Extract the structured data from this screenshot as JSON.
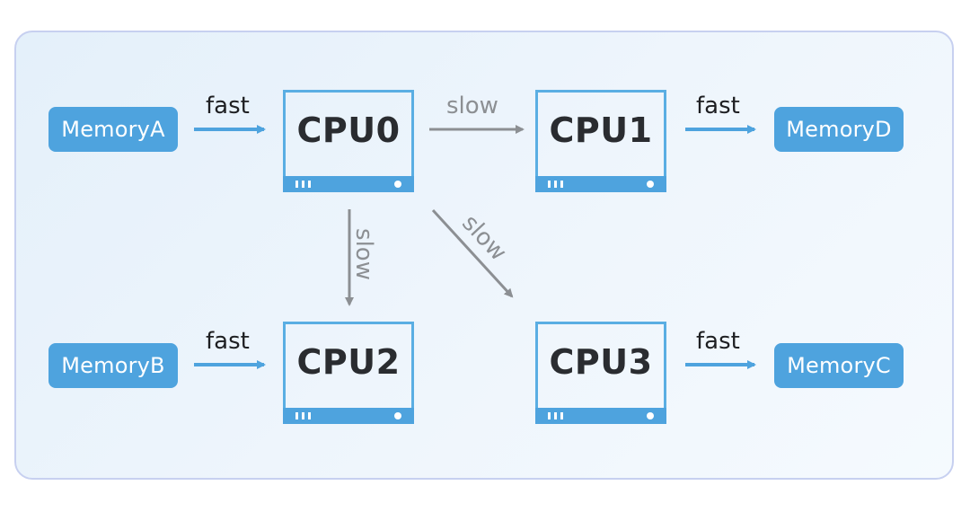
{
  "colors": {
    "accent": "#4ea3de",
    "fast_arrow": "#4ea3de",
    "slow_arrow": "#8c8f93"
  },
  "memories": {
    "a": "MemoryA",
    "b": "MemoryB",
    "c": "MemoryC",
    "d": "MemoryD"
  },
  "cpus": {
    "cpu0": "CPU0",
    "cpu1": "CPU1",
    "cpu2": "CPU2",
    "cpu3": "CPU3"
  },
  "links": {
    "mema_cpu0": "fast",
    "cpu0_cpu1": "slow",
    "cpu1_memd": "fast",
    "cpu0_cpu2": "slow",
    "cpu0_cpu3": "slow",
    "memb_cpu2": "fast",
    "cpu3_memc": "fast"
  }
}
